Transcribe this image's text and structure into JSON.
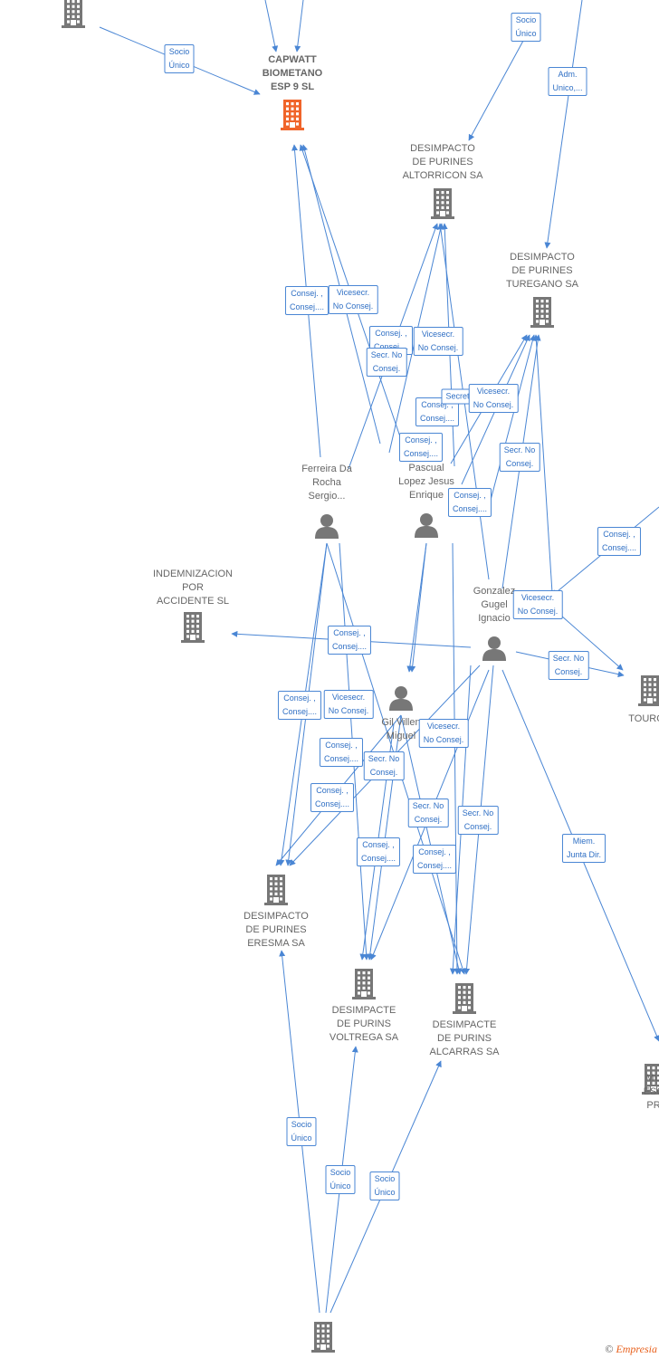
{
  "colors": {
    "edge": "#4a86d4",
    "company": "#777777",
    "main_company": "#f0642a",
    "person": "#777777"
  },
  "nodes": [
    {
      "id": "top-left",
      "type": "company",
      "label": ""
    },
    {
      "id": "capwatt",
      "type": "company",
      "main": true,
      "label": "CAPWATT\nBIOMETANO\nESP 9  SL"
    },
    {
      "id": "altorricon",
      "type": "company",
      "label": "DESIMPACTO\nDE PURINES\nALTORRICON SA"
    },
    {
      "id": "turegano",
      "type": "company",
      "label": "DESIMPACTO\nDE PURINES\nTUREGANO SA"
    },
    {
      "id": "ferreira",
      "type": "person",
      "label": "Ferreira Da\nRocha\nSergio..."
    },
    {
      "id": "pascual",
      "type": "person",
      "label": "Pascual\nLopez Jesus\nEnrique"
    },
    {
      "id": "indemnizacion",
      "type": "company",
      "label": "INDEMNIZACION\nPOR\nACCIDENTE SL"
    },
    {
      "id": "gonzalez",
      "type": "person",
      "label": "Gonzalez\nGugel\nIgnacio"
    },
    {
      "id": "touron",
      "type": "company",
      "label": "TOURON"
    },
    {
      "id": "gil",
      "type": "person",
      "label": "Gil Villen\nMiguel"
    },
    {
      "id": "eresma",
      "type": "company",
      "label": "DESIMPACTO\nDE PURINES\nERESMA SA"
    },
    {
      "id": "voltrega",
      "type": "company",
      "label": "DESIMPACTE\nDE PURINS\nVOLTREGA SA"
    },
    {
      "id": "alcarras",
      "type": "company",
      "label": "DESIMPACTE\nDE PURINS\nALCARRAS SA"
    },
    {
      "id": "mu",
      "type": "company",
      "label": "MU\nESC\nPR"
    },
    {
      "id": "bottom",
      "type": "company",
      "label": ""
    }
  ],
  "edge_labels": [
    "Socio\nÚnico",
    "Socio\nÚnico",
    "Adm.\nUnico,...",
    "Consej. ,\nConsej....",
    "Vicesecr.\nNo Consej.",
    "Consej. ,\nConsej....",
    "Vicesecr.\nNo Consej.",
    "Secr.  No\nConsej.",
    "Consej. ,\nConsej....",
    "Secretario",
    "Vicesecr.\nNo Consej.",
    "Consej. ,\nConsej....",
    "Secr.  No\nConsej.",
    "Consej. ,\nConsej....",
    "Consej. ,\nConsej....",
    "Vicesecr.\nNo Consej.",
    "Consej. ,\nConsej....",
    "Secr.  No\nConsej.",
    "Consej. ,\nConsej....",
    "Vicesecr.\nNo Consej.",
    "Consej. ,\nConsej....",
    "Secr.  No\nConsej.",
    "Vicesecr.\nNo Consej.",
    "Consej. ,\nConsej....",
    "Secr.  No\nConsej.",
    "Secr.  No\nConsej.",
    "Consej. ,\nConsej....",
    "Consej. ,\nConsej....",
    "Miem.\nJunta Dir.",
    "Socio\nÚnico",
    "Socio\nÚnico",
    "Socio\nÚnico"
  ],
  "watermark": {
    "symbol": "©",
    "brand": "Empresia"
  }
}
